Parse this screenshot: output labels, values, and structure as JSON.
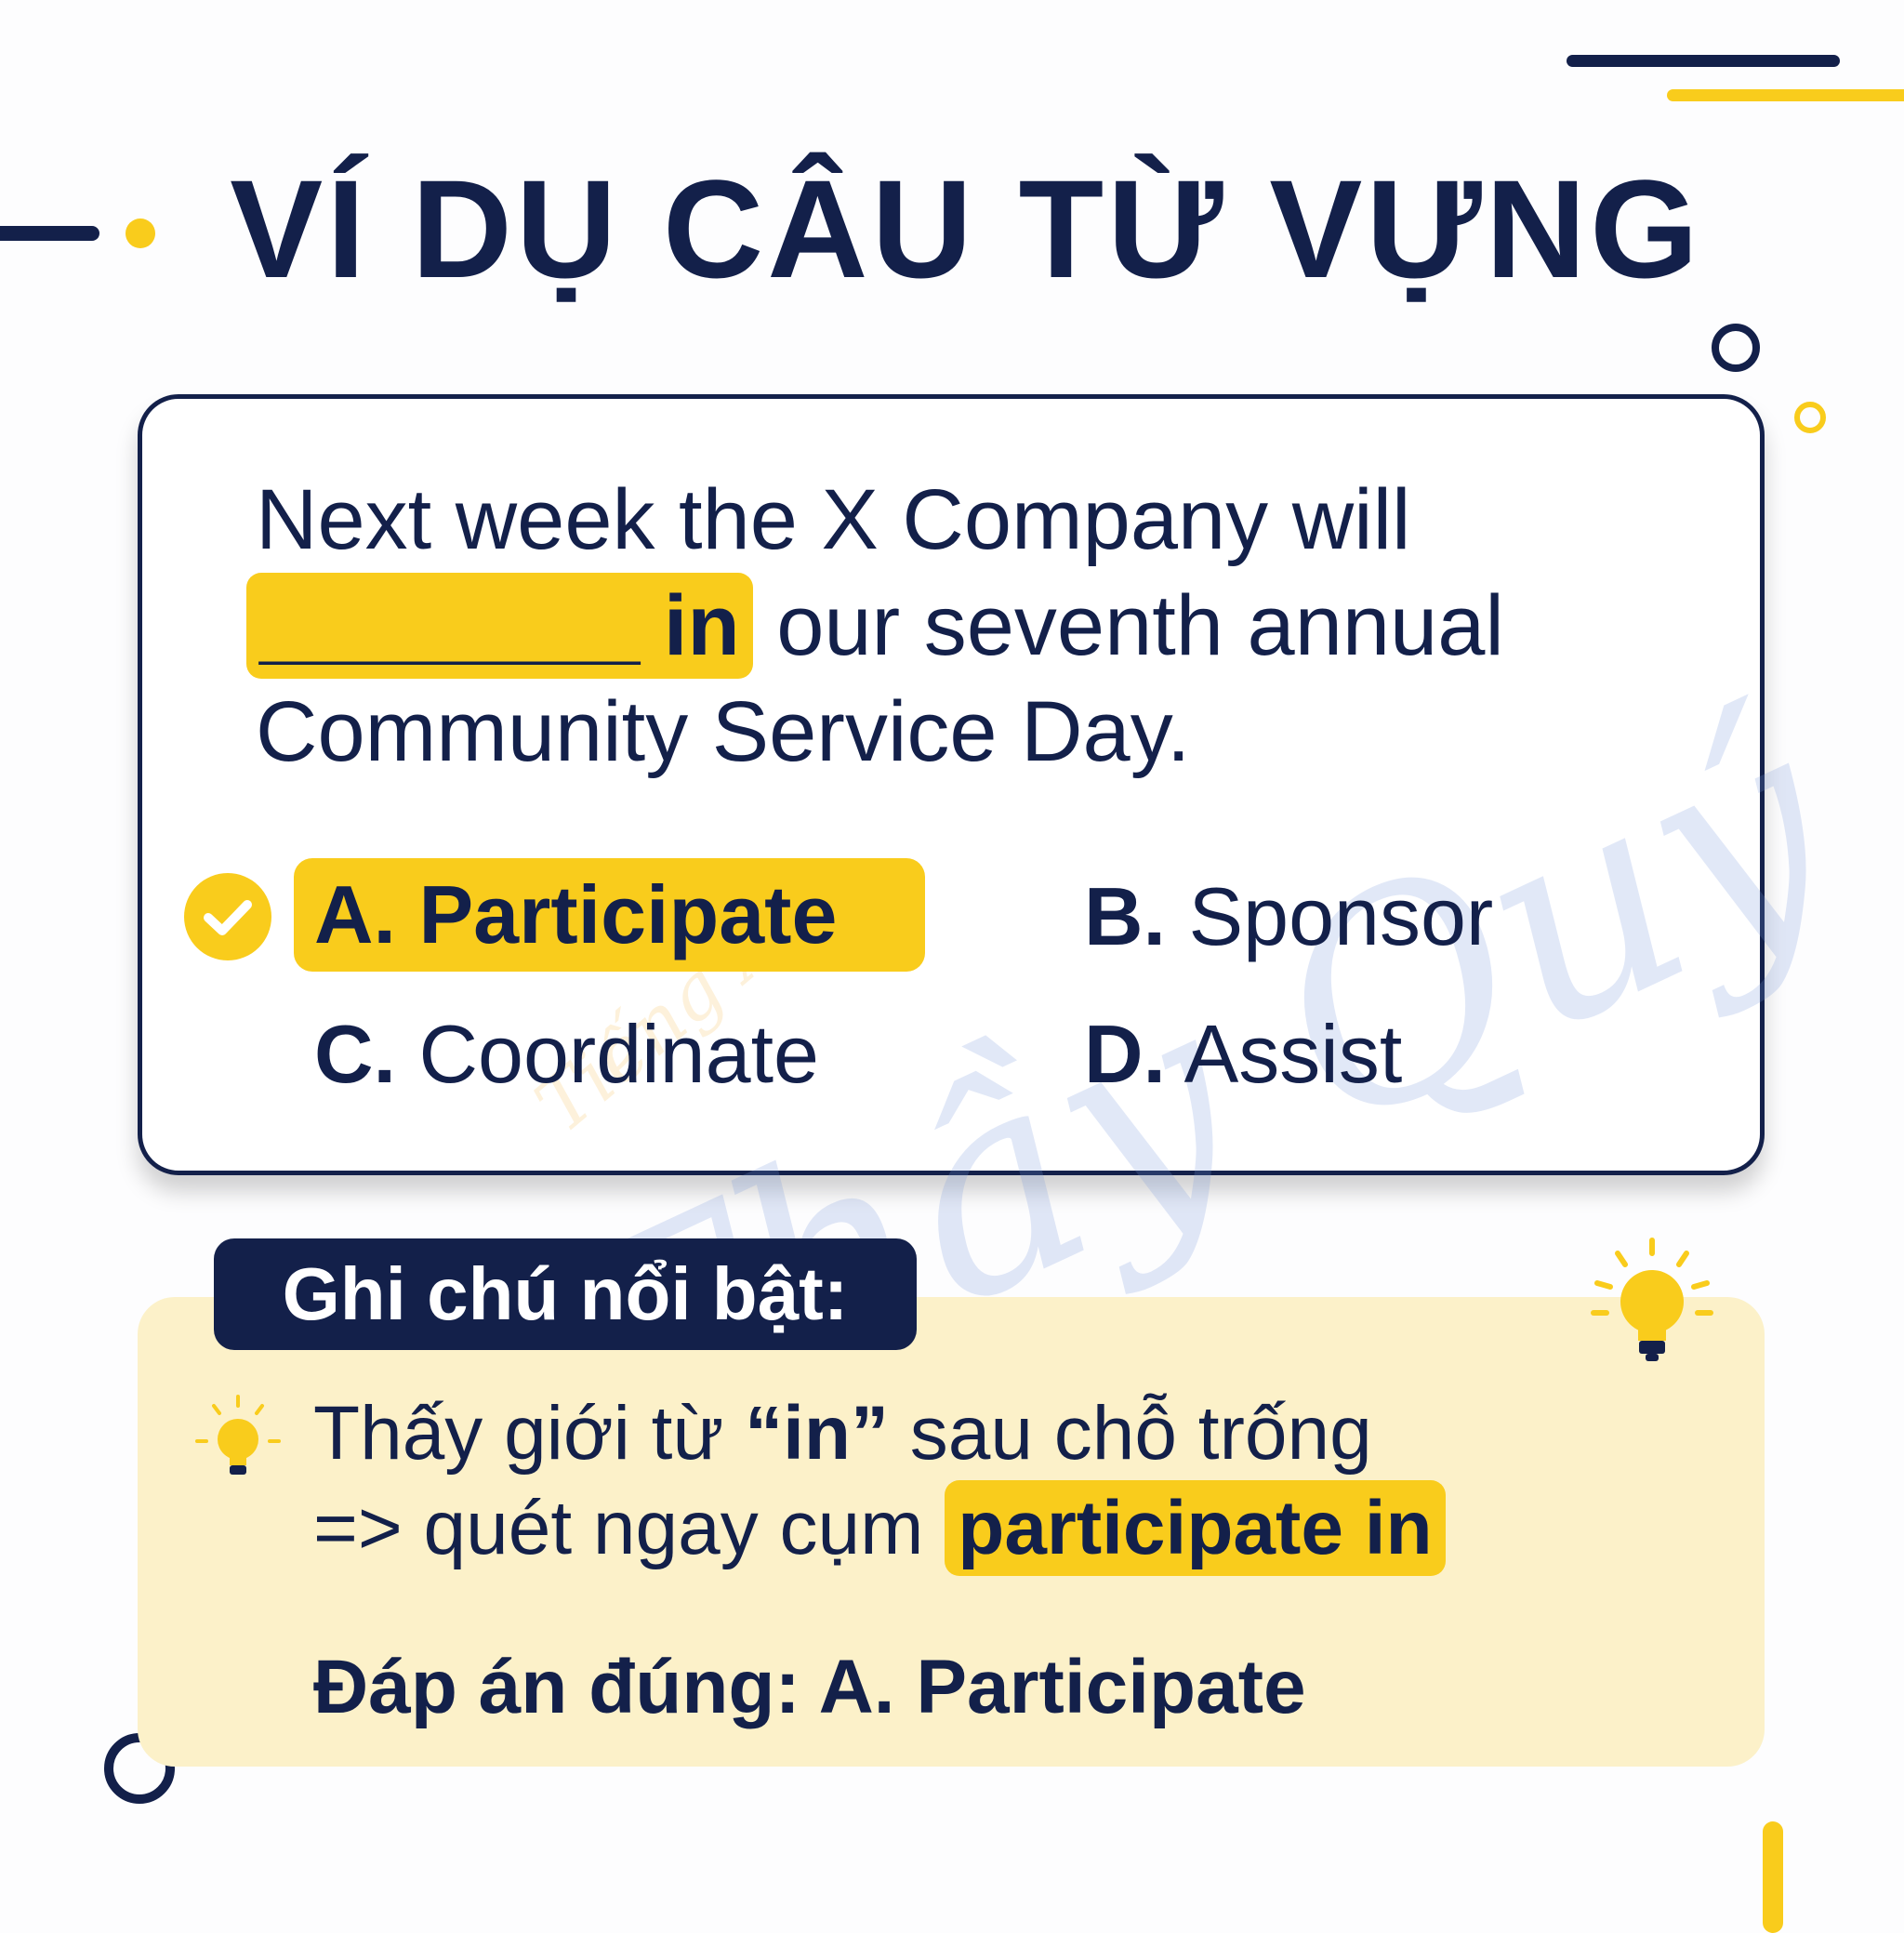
{
  "title": "VÍ DỤ CÂU TỪ VỰNG",
  "question": {
    "line1": "Next week the X Company will",
    "blank": "________ in",
    "line2_rest": " our seventh annual",
    "line3": "Community Service Day."
  },
  "options": [
    {
      "letter": "A.",
      "text": "Participate",
      "correct": true
    },
    {
      "letter": "B.",
      "text": "Sponsor",
      "correct": false
    },
    {
      "letter": "C.",
      "text": "Coordinate",
      "correct": false
    },
    {
      "letter": "D.",
      "text": "Assist",
      "correct": false
    }
  ],
  "watermark": {
    "small": "Tiếng Anh",
    "large": "Thầy Quý"
  },
  "notes": {
    "label": "Ghi chú nổi bật:",
    "line1_pre": "Thấy giới từ ",
    "line1_bold": "“in”",
    "line1_post": " sau chỗ trống",
    "line2_pre": "=> quét ngay cụm ",
    "line2_highlight": "participate in",
    "answer": "Đáp án đúng: A. Participate"
  },
  "colors": {
    "navy": "#13204a",
    "yellow": "#f9cc1c",
    "note_bg": "#fcf1c9"
  }
}
